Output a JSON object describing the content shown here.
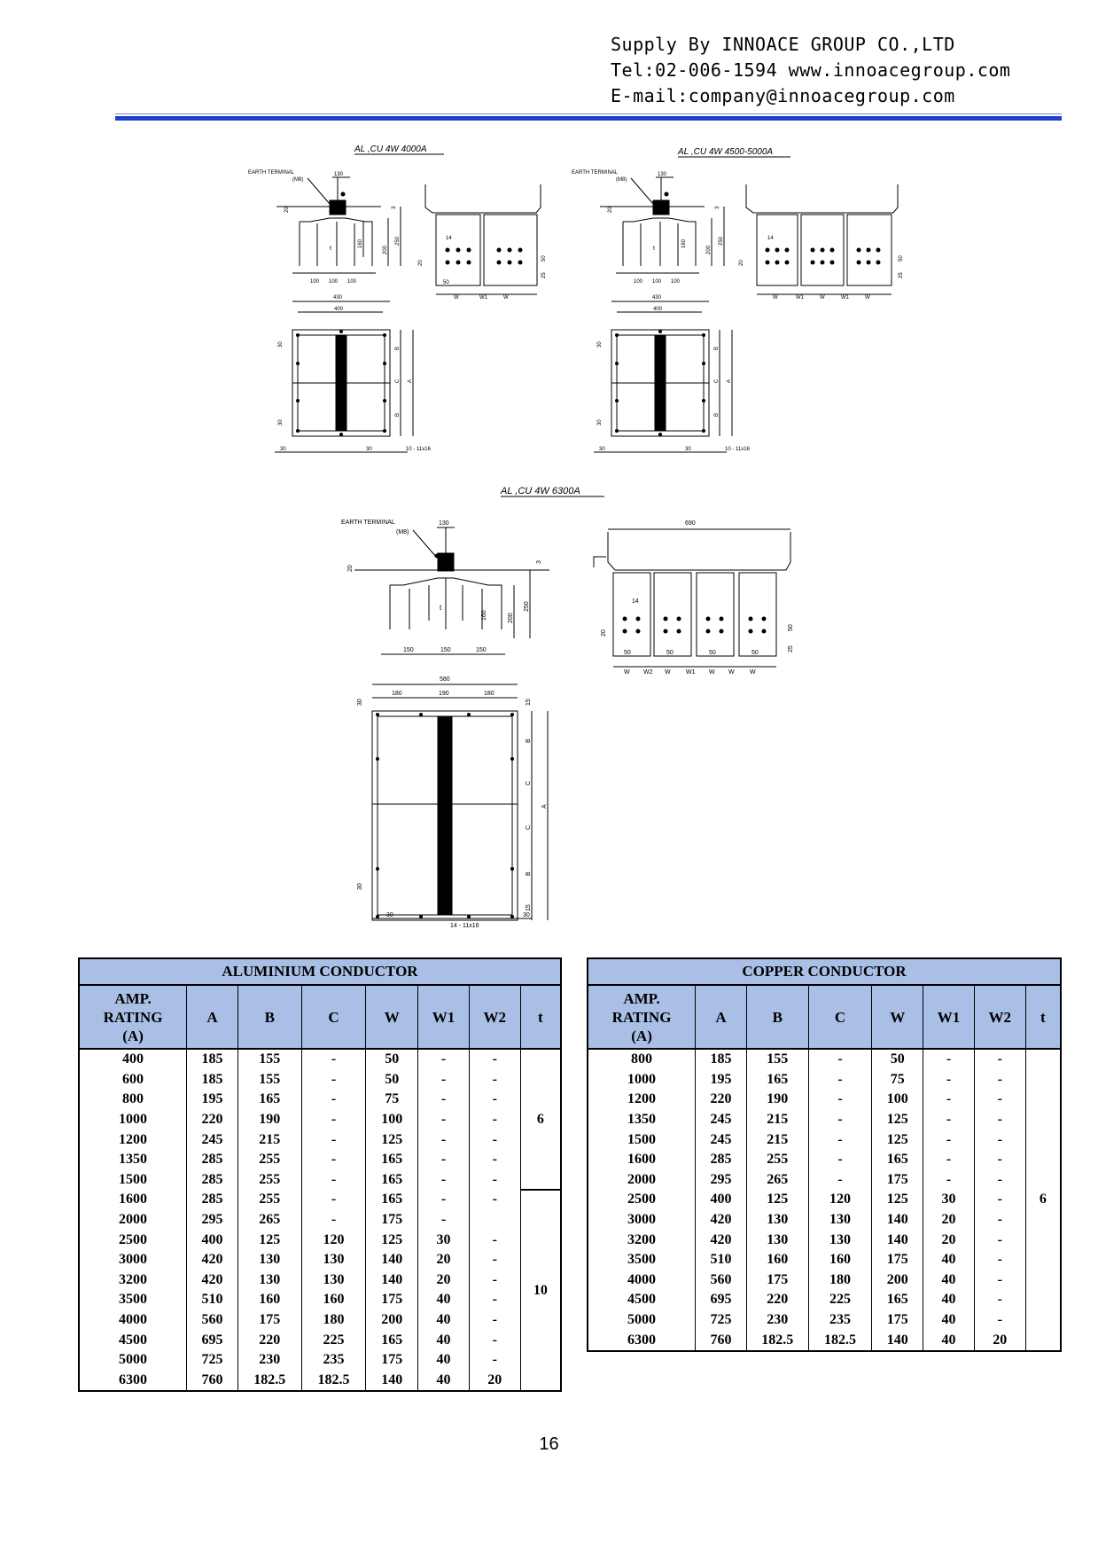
{
  "header": {
    "line1": "Supply By INNOACE GROUP CO.,LTD",
    "line2": "Tel:02-006-1594 www.innoacegroup.com",
    "line3": "E-mail:company@innoacegroup.com"
  },
  "drawings": {
    "title_4000": "AL ,CU 4W 4000A",
    "title_4500": "AL ,CU 4W 4500-5000A",
    "title_6300": "AL ,CU 4W 6300A",
    "earth_terminal": "EARTH TERMINAL",
    "m8": "(M8)",
    "d130": "130",
    "d3": "3",
    "d20": "20",
    "d25": "25",
    "d200": "200",
    "d250": "250",
    "d160": "160",
    "d14": "14",
    "d50": "50",
    "d100": "100",
    "d150": "150",
    "d430": "430",
    "d400": "400",
    "d30": "30",
    "d580": "580",
    "d180": "180",
    "d190": "190",
    "d690": "690",
    "d15": "15",
    "t": "t",
    "w": "W",
    "w1": "W1",
    "w2": "W2",
    "a": "A",
    "b": "B",
    "c": "C",
    "holes_10": "10 - 11x16",
    "holes_14": "14 - 11x16"
  },
  "aluminium": {
    "title": "ALUMINIUM  CONDUCTOR",
    "col_amp_1": "AMP.",
    "col_amp_2": "RATING",
    "col_amp_3": "(A)",
    "cols": [
      "A",
      "B",
      "C",
      "W",
      "W1",
      "W2",
      "t"
    ],
    "t_groups": [
      {
        "value": "6",
        "rows": 7
      },
      {
        "value": "10",
        "rows": 10
      }
    ],
    "rows": [
      [
        "400",
        "185",
        "155",
        "-",
        "50",
        "-",
        "-"
      ],
      [
        "600",
        "185",
        "155",
        "-",
        "50",
        "-",
        "-"
      ],
      [
        "800",
        "195",
        "165",
        "-",
        "75",
        "-",
        "-"
      ],
      [
        "1000",
        "220",
        "190",
        "-",
        "100",
        "-",
        "-"
      ],
      [
        "1200",
        "245",
        "215",
        "-",
        "125",
        "-",
        "-"
      ],
      [
        "1350",
        "285",
        "255",
        "-",
        "165",
        "-",
        "-"
      ],
      [
        "1500",
        "285",
        "255",
        "-",
        "165",
        "-",
        "-"
      ],
      [
        "1600",
        "285",
        "255",
        "-",
        "165",
        "-",
        "-"
      ],
      [
        "2000",
        "295",
        "265",
        "-",
        "175",
        "-",
        ""
      ],
      [
        "2500",
        "400",
        "125",
        "120",
        "125",
        "30",
        "-"
      ],
      [
        "3000",
        "420",
        "130",
        "130",
        "140",
        "20",
        "-"
      ],
      [
        "3200",
        "420",
        "130",
        "130",
        "140",
        "20",
        "-"
      ],
      [
        "3500",
        "510",
        "160",
        "160",
        "175",
        "40",
        "-"
      ],
      [
        "4000",
        "560",
        "175",
        "180",
        "200",
        "40",
        "-"
      ],
      [
        "4500",
        "695",
        "220",
        "225",
        "165",
        "40",
        "-"
      ],
      [
        "5000",
        "725",
        "230",
        "235",
        "175",
        "40",
        "-"
      ],
      [
        "6300",
        "760",
        "182.5",
        "182.5",
        "140",
        "40",
        "20"
      ]
    ]
  },
  "copper": {
    "title": "COPPER  CONDUCTOR",
    "col_amp_1": "AMP.",
    "col_amp_2": "RATING",
    "col_amp_3": "(A)",
    "cols": [
      "A",
      "B",
      "C",
      "W",
      "W1",
      "W2",
      "t"
    ],
    "t_groups": [
      {
        "value": "6",
        "rows": 15
      }
    ],
    "rows": [
      [
        "800",
        "185",
        "155",
        "-",
        "50",
        "-",
        "-"
      ],
      [
        "1000",
        "195",
        "165",
        "-",
        "75",
        "-",
        "-"
      ],
      [
        "1200",
        "220",
        "190",
        "-",
        "100",
        "-",
        "-"
      ],
      [
        "1350",
        "245",
        "215",
        "-",
        "125",
        "-",
        "-"
      ],
      [
        "1500",
        "245",
        "215",
        "-",
        "125",
        "-",
        "-"
      ],
      [
        "1600",
        "285",
        "255",
        "-",
        "165",
        "-",
        "-"
      ],
      [
        "2000",
        "295",
        "265",
        "-",
        "175",
        "-",
        "-"
      ],
      [
        "2500",
        "400",
        "125",
        "120",
        "125",
        "30",
        "-"
      ],
      [
        "3000",
        "420",
        "130",
        "130",
        "140",
        "20",
        "-"
      ],
      [
        "3200",
        "420",
        "130",
        "130",
        "140",
        "20",
        "-"
      ],
      [
        "3500",
        "510",
        "160",
        "160",
        "175",
        "40",
        "-"
      ],
      [
        "4000",
        "560",
        "175",
        "180",
        "200",
        "40",
        "-"
      ],
      [
        "4500",
        "695",
        "220",
        "225",
        "165",
        "40",
        "-"
      ],
      [
        "5000",
        "725",
        "230",
        "235",
        "175",
        "40",
        "-"
      ],
      [
        "6300",
        "760",
        "182.5",
        "182.5",
        "140",
        "40",
        "20"
      ]
    ]
  },
  "page_number": "16",
  "colors": {
    "header_rule": "#1f3ec9",
    "table_header_bg": "#a9bfe6"
  }
}
